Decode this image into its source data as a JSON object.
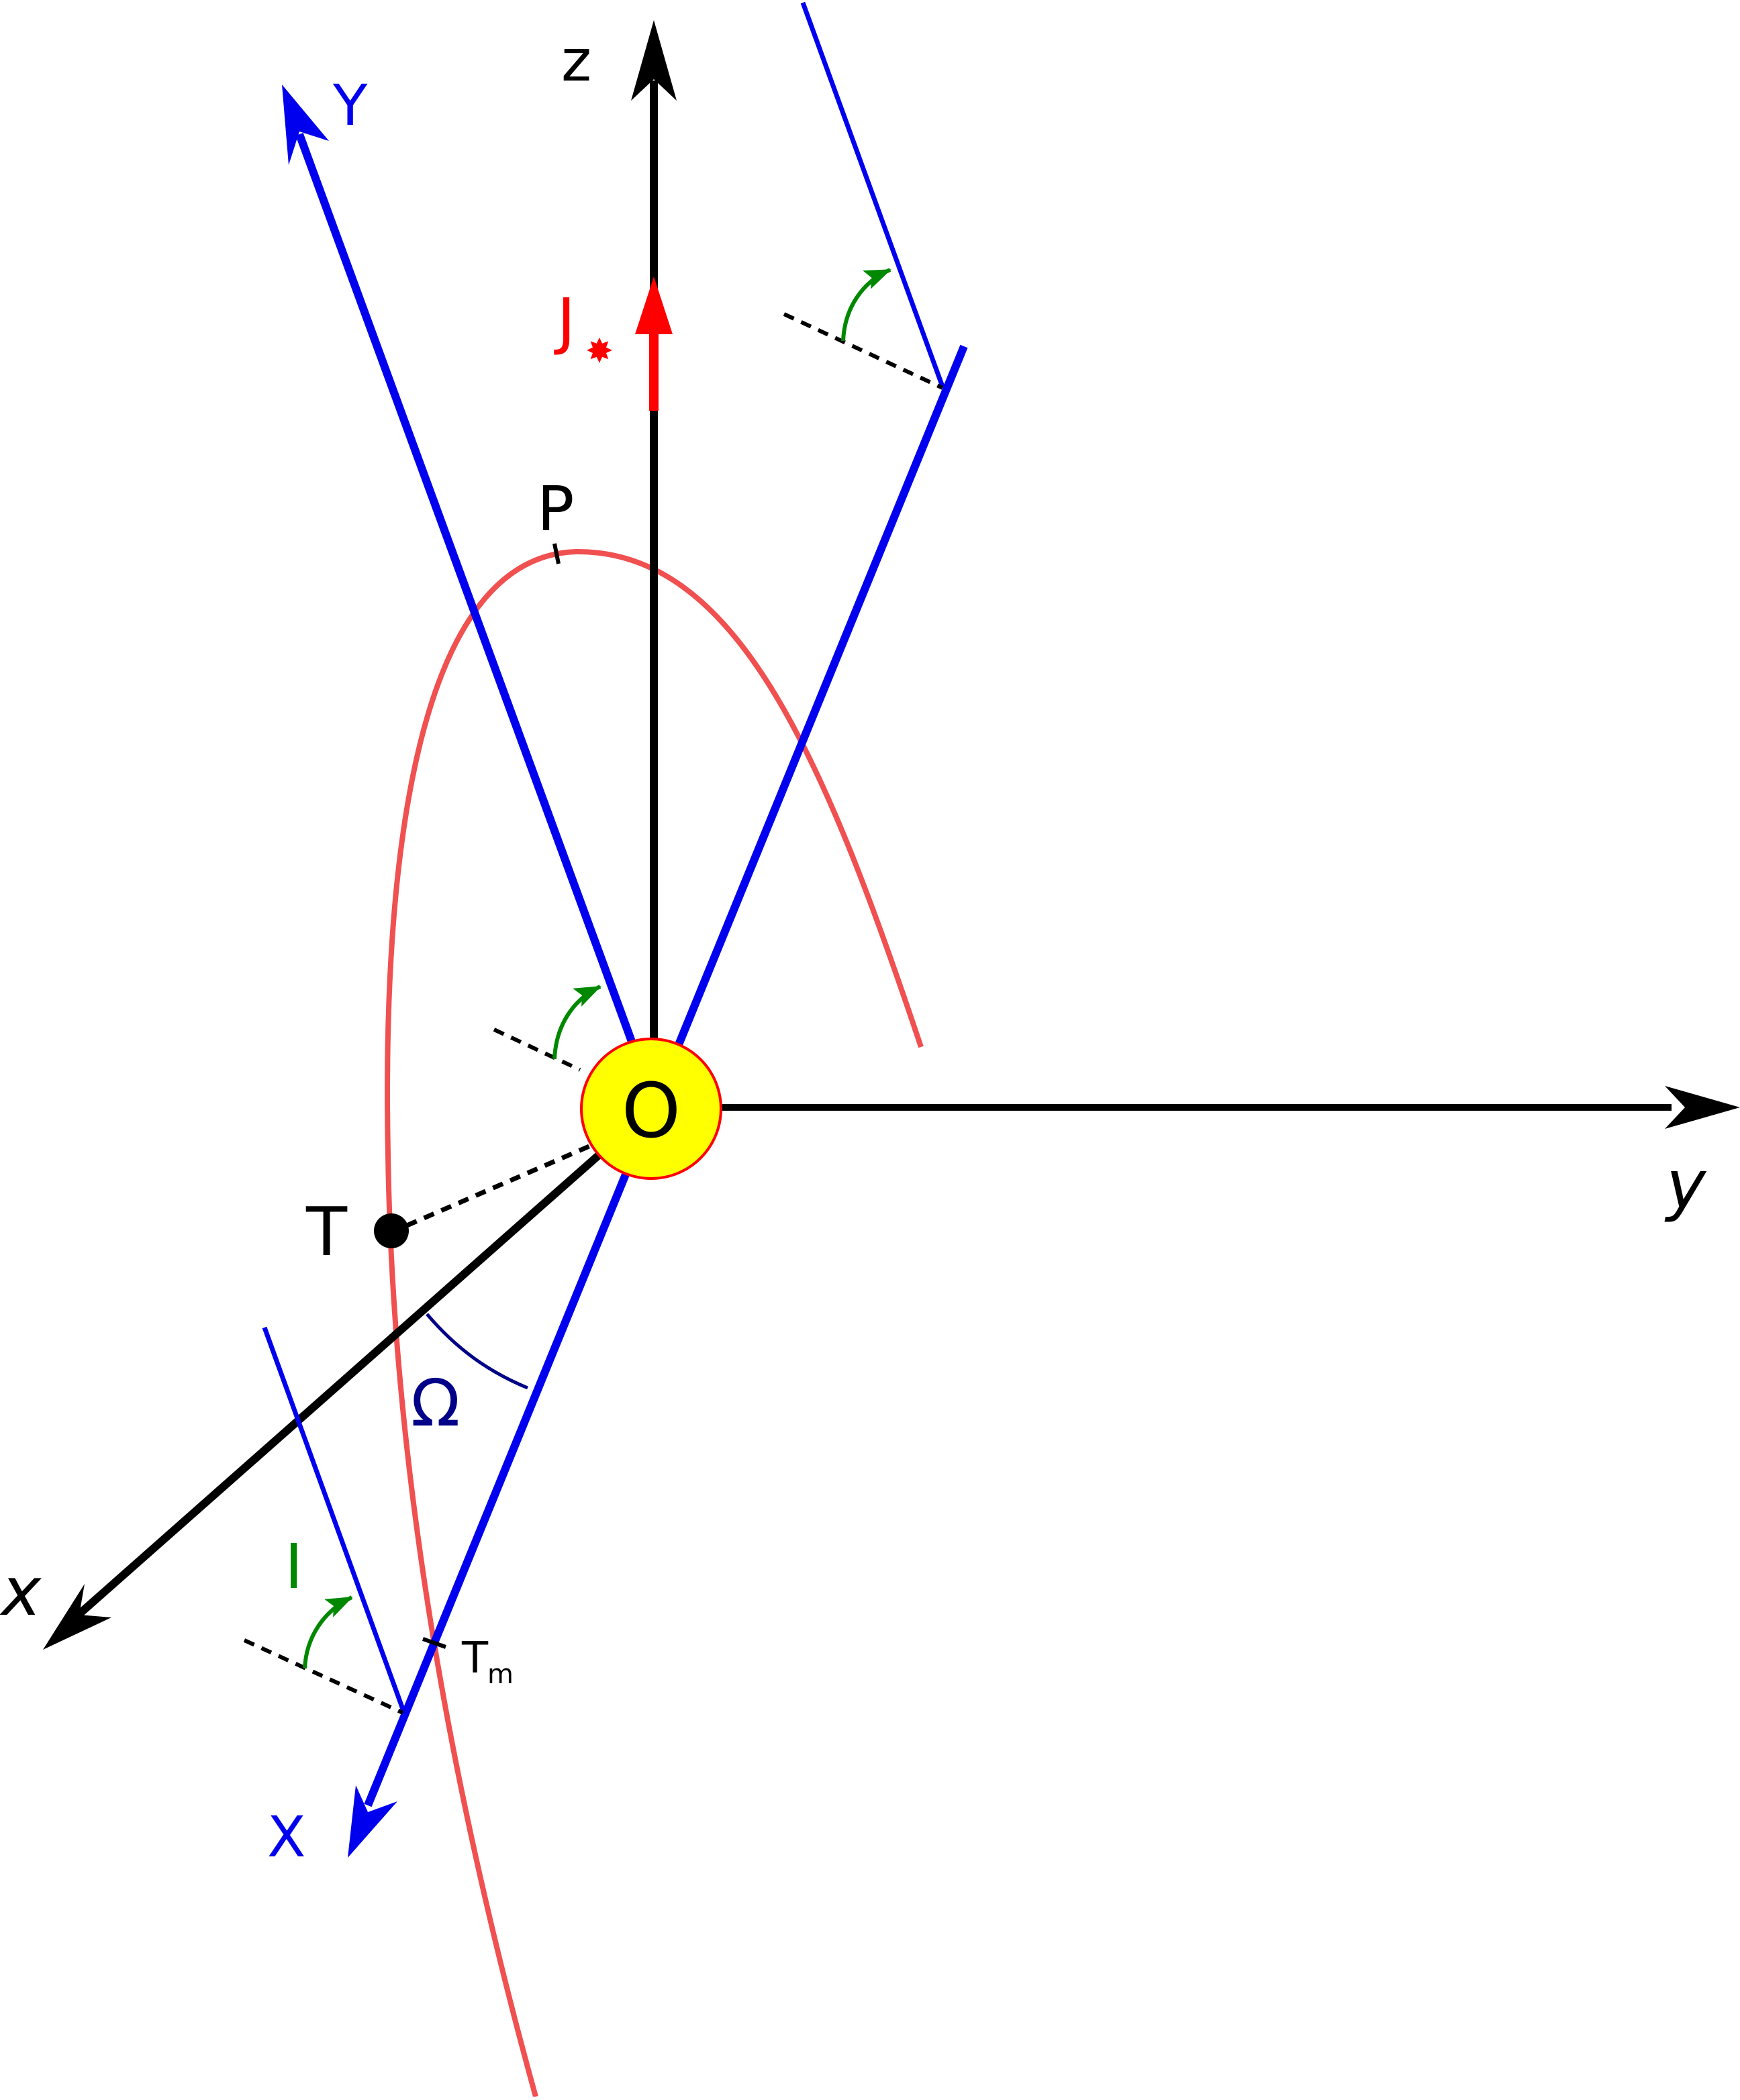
{
  "labels": {
    "z": "z",
    "y": "y",
    "x": "x",
    "Y": "Y",
    "X": "X",
    "J": "J",
    "star": "✸",
    "P": "P",
    "O": "O",
    "T": "T",
    "Tm_main": "T",
    "Tm_sub": "m",
    "Omega": "Ω",
    "I": "I"
  },
  "colors": {
    "axis": "#000000",
    "frame": "#0000ee",
    "orbit": "#f05050",
    "angular_momentum": "#ff0000",
    "sun_fill": "#ffff00",
    "sun_stroke": "#ff0000",
    "inclination_arc": "#008800",
    "node_angle_arc": "#000088"
  }
}
